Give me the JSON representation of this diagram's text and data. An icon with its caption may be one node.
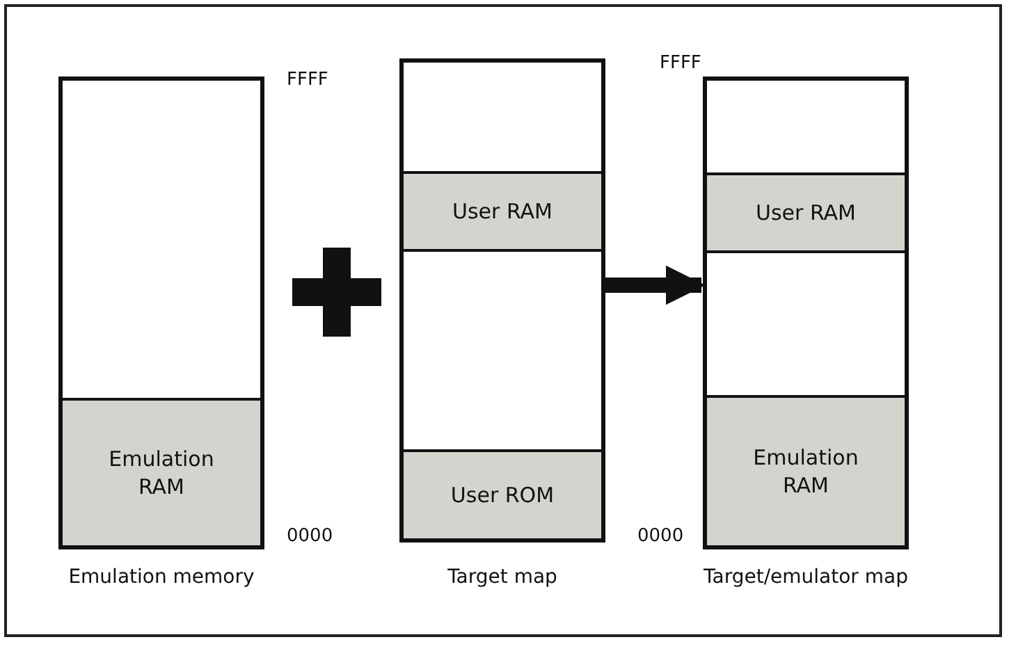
{
  "diagram": {
    "nodes": [
      {
        "text": [],
        "shape": "box",
        "beside": [
          "Emulation memory"
        ]
      },
      {
        "text": [],
        "shape": "box",
        "in": 0
      },
      {
        "text": [
          "Emulation RAM"
        ],
        "in": 0
      },
      {
        "text": [],
        "shape": "box",
        "beside": [
          "Target map"
        ]
      },
      {
        "text": [],
        "shape": "box",
        "in": 3
      },
      {
        "text": [
          "User RAM"
        ],
        "in": 3
      },
      {
        "text": [],
        "shape": "box",
        "in": 3
      },
      {
        "text": [
          "User ROM"
        ],
        "in": 3
      },
      {
        "text": [],
        "shape": "box",
        "beside": [
          "Target/emulator map"
        ]
      },
      {
        "text": [],
        "shape": "box",
        "in": 8
      },
      {
        "text": [
          "User RAM"
        ],
        "in": 8
      },
      {
        "text": [],
        "shape": "box",
        "in": 8
      },
      {
        "text": [
          "Emulation RAM"
        ],
        "in": 8
      }
    ],
    "edges": [
      {
        "from": 3,
        "to": 8,
        "arrow": "to"
      }
    ],
    "labels": [
      "FFFF",
      "0000",
      "FFFF",
      "0000"
    ]
  }
}
